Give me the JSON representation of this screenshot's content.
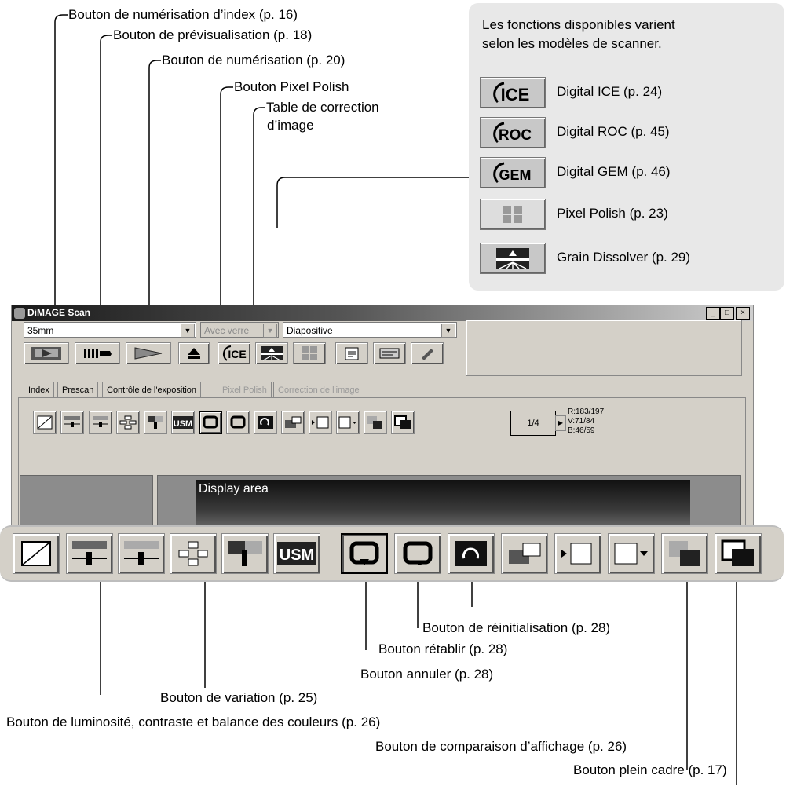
{
  "callouts": {
    "index_scan": "Bouton de numérisation d’index (p. 16)",
    "prescan": "Bouton de prévisualisation (p. 18)",
    "scan": "Bouton de numérisation (p. 20)",
    "pixel_polish": "Bouton Pixel Polish",
    "correction_table_1": "Table de correction",
    "correction_table_2": "d’image",
    "reset": "Bouton de réinitialisation (p. 28)",
    "redo": "Bouton rétablir (p. 28)",
    "undo": "Bouton annuler (p. 28)",
    "variation": "Bouton de variation (p. 25)",
    "brightness": "Bouton de luminosité, contraste et balance des couleurs (p. 26)",
    "compare": "Bouton de comparaison d’affichage (p. 26)",
    "full_frame": "Bouton plein cadre (p. 17)"
  },
  "info_box": {
    "note_line1": "Les fonctions disponibles varient",
    "note_line2": "selon les modèles de scanner.",
    "features": [
      {
        "label": "Digital ICE (p. 24)",
        "icon": "ice-icon",
        "text": "ICE"
      },
      {
        "label": "Digital ROC (p. 45)",
        "icon": "roc-icon",
        "text": "ROC"
      },
      {
        "label": "Digital GEM (p. 46)",
        "icon": "gem-icon",
        "text": "GEM"
      },
      {
        "label": "Pixel Polish (p. 23)",
        "icon": "pixel-polish-icon"
      },
      {
        "label": "Grain Dissolver (p. 29)",
        "icon": "grain-dissolver-icon"
      }
    ]
  },
  "window": {
    "title": "DiMAGE Scan",
    "controls": {
      "minimize": "_",
      "maximize": "□",
      "close": "×"
    },
    "film_format": "35mm",
    "adapter": "Avec verre",
    "film_type": "Diapositive",
    "tabs": [
      {
        "label": "Index",
        "enabled": true
      },
      {
        "label": "Prescan",
        "enabled": true
      },
      {
        "label": "Contrôle de l'exposition",
        "enabled": true
      },
      {
        "label": "Pixel Polish",
        "enabled": false
      },
      {
        "label": "Correction de l'image",
        "enabled": false
      }
    ],
    "frame_counter": "1/4",
    "rgb": {
      "r": "R:183/197",
      "v": "V:71/84",
      "b": "B:46/59"
    },
    "display_area": "Display area",
    "icon_texts": {
      "ice": "ICE",
      "usm": "USM"
    }
  },
  "colors": {
    "info_bg": "#e8e8e8",
    "window_bg": "#d4d0c8"
  }
}
